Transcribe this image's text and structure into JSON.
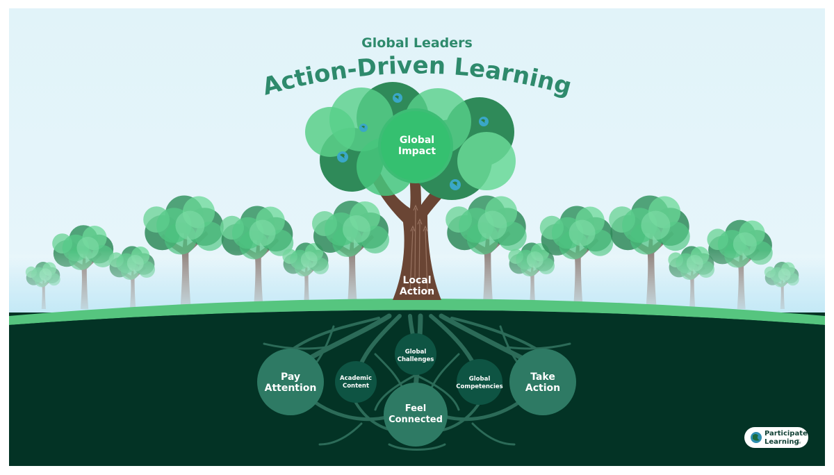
{
  "header": {
    "subtitle": "Global Leaders",
    "title": "Action-Driven Learning"
  },
  "tree": {
    "crown_label_line1": "Global",
    "crown_label_line2": "Impact",
    "trunk_label_line1": "Local",
    "trunk_label_line2": "Action"
  },
  "roots": {
    "pay_attention": [
      "Pay",
      "Attention"
    ],
    "academic_content": [
      "Academic",
      "Content"
    ],
    "global_challenges": [
      "Global",
      "Challenges"
    ],
    "feel_connected": [
      "Feel",
      "Connected"
    ],
    "global_competencies": [
      "Global",
      "Competencies"
    ],
    "take_action": [
      "Take",
      "Action"
    ]
  },
  "logo": {
    "line1": "Participate",
    "line2": "Learning",
    "tiny1": "BY",
    "tiny2": "CRT"
  },
  "colors": {
    "sky": "#e3f3f9",
    "grass": "#56c57f",
    "soil": "#033325",
    "root_circle": "#2e7a64",
    "dark_circle": "#0e5443",
    "trunk": "#6a4534",
    "title": "#2e8a6c"
  }
}
